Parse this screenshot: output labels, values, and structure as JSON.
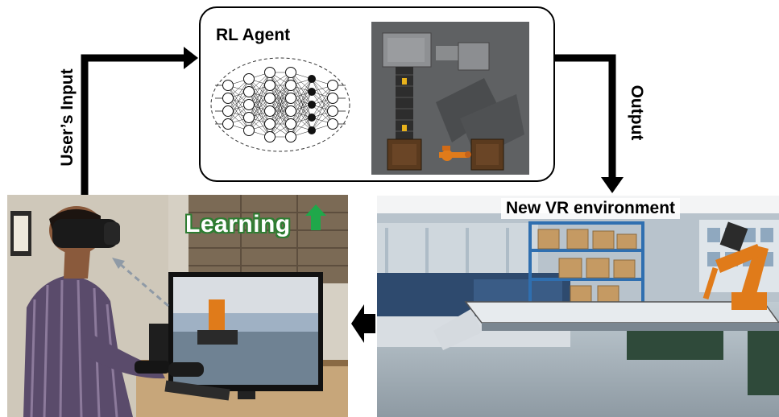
{
  "agent": {
    "title": "RL Agent",
    "nn_layers": [
      4,
      5,
      6,
      6,
      5,
      4
    ],
    "colors": {
      "neuron_fill": "#ffffff",
      "neuron_dark": "#111111",
      "edge": "#222222"
    }
  },
  "labels": {
    "user_input": "User’s Input",
    "output": "Output",
    "new_vr_environment": "New VR environment",
    "learning": "Learning"
  },
  "icons": {
    "learning_arrow": "up-arrow-icon",
    "feedback_arrow": "left-arrow-icon"
  },
  "colors": {
    "arrow": "#000000",
    "learning_green": "#1fa84a",
    "floor": "#9aa7b0",
    "robot": "#e07b1a"
  }
}
